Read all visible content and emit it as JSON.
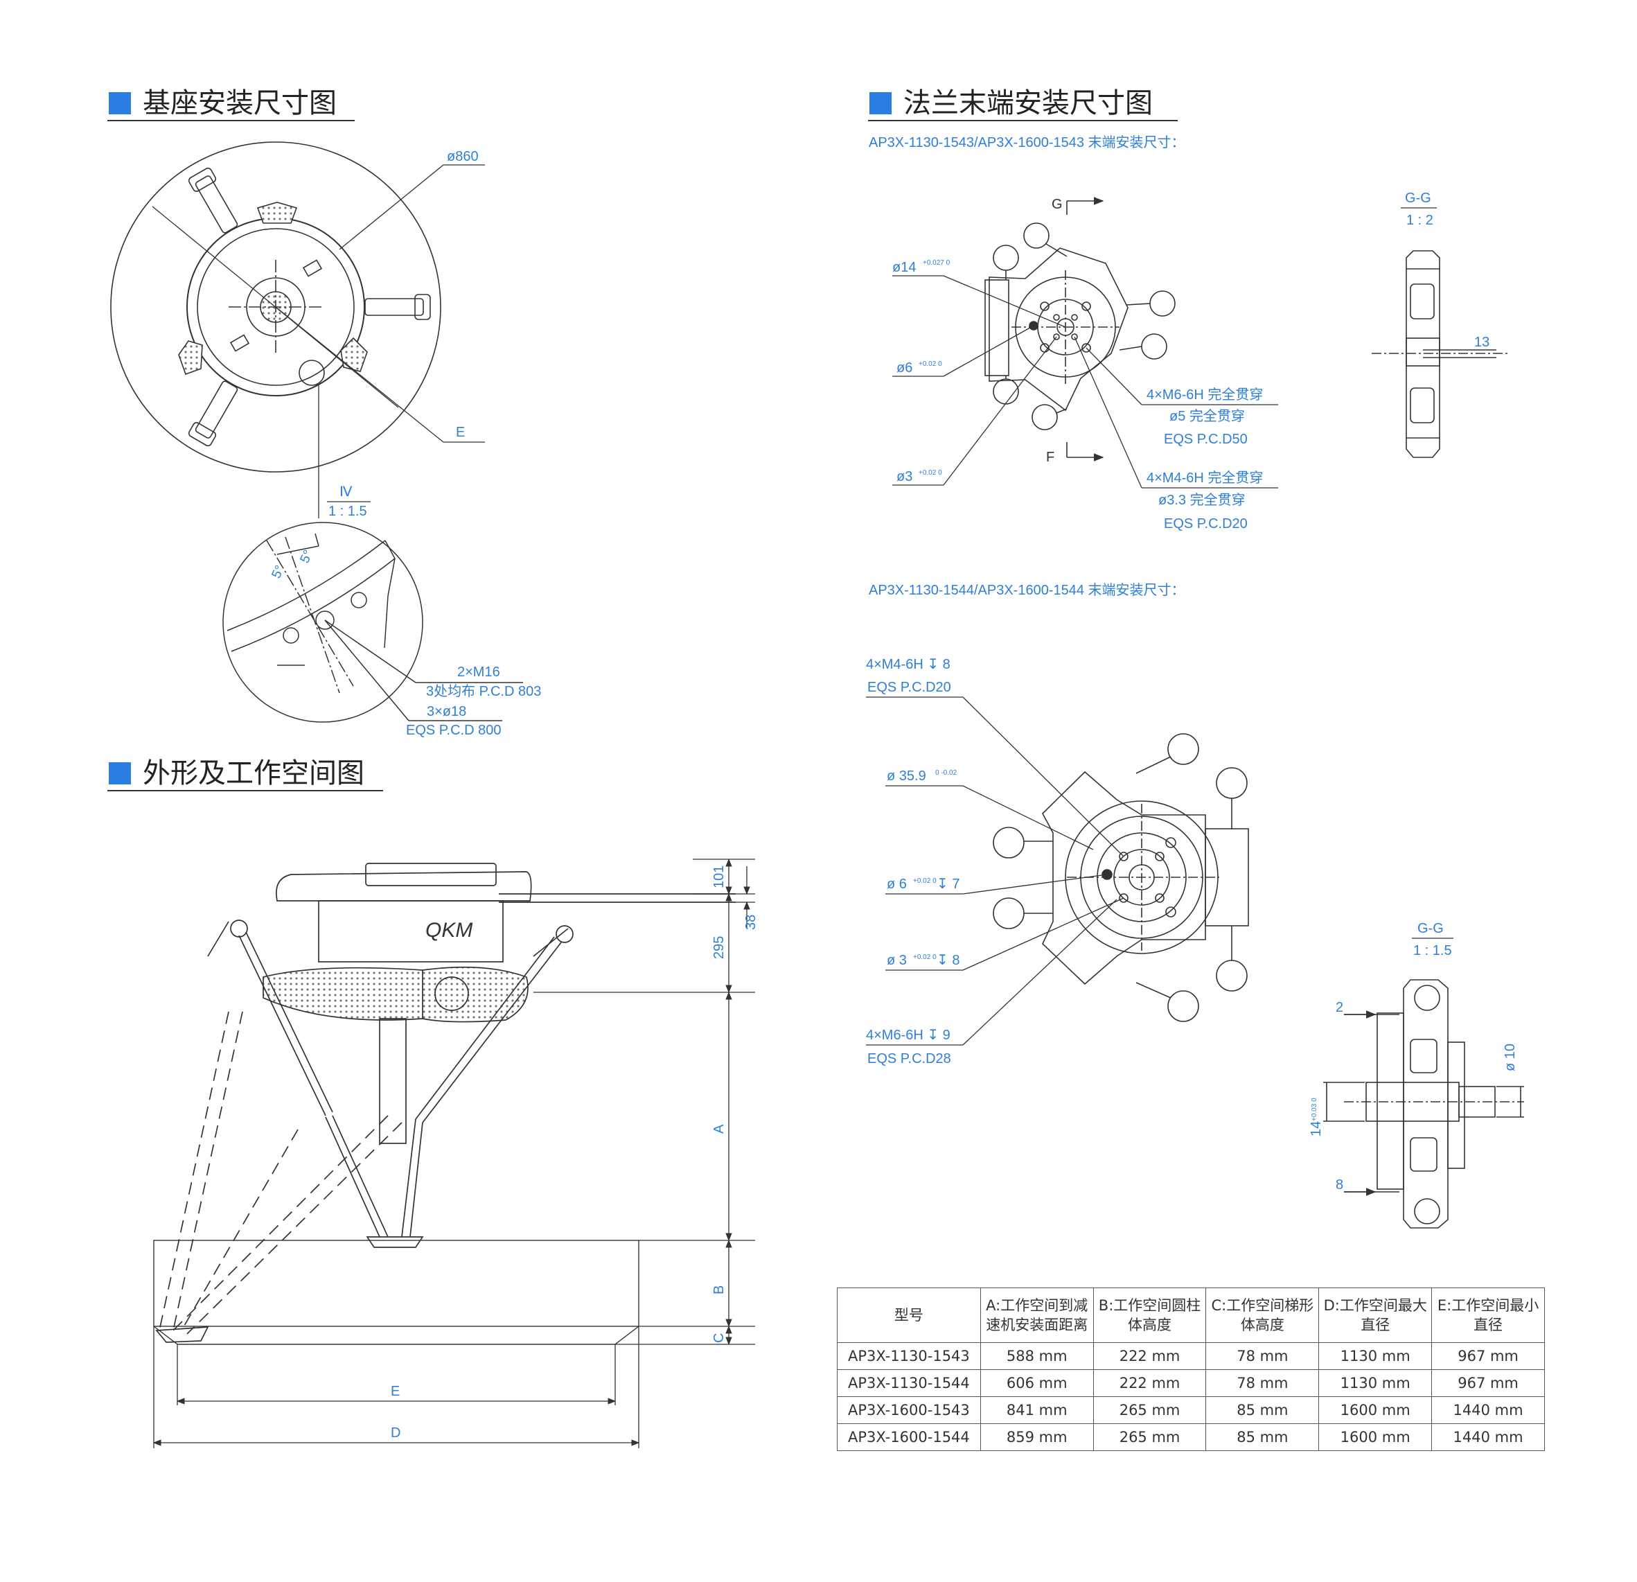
{
  "sections": {
    "base_title": "基座安装尺寸图",
    "flange_title": "法兰末端安装尺寸图",
    "outline_title": "外形及工作空间图"
  },
  "base": {
    "dia": "ø860",
    "e": "E",
    "view": "Ⅳ",
    "scale": "1 : 1.5",
    "ang1": "5°",
    "ang2": "5°",
    "n1": "2×M16",
    "n2": "3处均布  P.C.D 803",
    "n3": "3×ø18",
    "n4": "EQS  P.C.D 800"
  },
  "flange1": {
    "subtitle": "AP3X-1130-1543/AP3X-1600-1543 末端安装尺寸：",
    "g": "G",
    "f": "F",
    "d14": "ø14",
    "d14tol": "+0.027 0",
    "d6": "ø6",
    "d6tol": "+0.02 0",
    "d3": "ø3",
    "d3tol": "+0.02 0",
    "m6a": "4×M6-6H 完全贯穿",
    "m6b": "ø5 完全贯穿",
    "m6c": "EQS   P.C.D50",
    "m4a": "4×M4-6H 完全贯穿",
    "m4b": "ø3.3 完全贯穿",
    "m4c": "EQS   P.C.D20",
    "gg": "G-G",
    "gscale": "1 : 2",
    "d13": "13"
  },
  "flange2": {
    "subtitle": "AP3X-1130-1544/AP3X-1600-1544 末端安装尺寸：",
    "m4a": "4×M4-6H ↧ 8",
    "m4b": "EQS  P.C.D20",
    "d359": "ø 35.9",
    "d359tol": "0 -0.02",
    "d6": "ø 6",
    "d6tol": "+0.02 0",
    "d6dep": "↧ 7",
    "d3": "ø 3",
    "d3tol": "+0.02 0",
    "d3dep": "↧ 8",
    "m6a": "4×M6-6H ↧ 9",
    "m6b": "EQS  P.C.D28",
    "gg": "G-G",
    "gscale": "1 : 1.5",
    "d2": "2",
    "d8": "8",
    "d10": "ø 10",
    "d14": "14",
    "d14tol": "+0.03 0"
  },
  "outline": {
    "d101": "101",
    "d38": "38",
    "d295": "295",
    "a": "A",
    "b": "B",
    "c": "C",
    "e": "E",
    "d": "D",
    "logo": "QKM"
  },
  "table": {
    "headers": [
      [
        "型号",
        ""
      ],
      [
        "A:工作空间到减",
        "速机安装面距离"
      ],
      [
        "B:工作空间圆柱",
        "体高度"
      ],
      [
        "C:工作空间梯形",
        "体高度"
      ],
      [
        "D:工作空间最大",
        "直径"
      ],
      [
        "E:工作空间最小",
        "直径"
      ]
    ],
    "rows": [
      [
        "AP3X-1130-1543",
        "588 mm",
        "222 mm",
        "78 mm",
        "1130 mm",
        "967 mm"
      ],
      [
        "AP3X-1130-1544",
        "606 mm",
        "222 mm",
        "78 mm",
        "1130 mm",
        "967 mm"
      ],
      [
        "AP3X-1600-1543",
        "841 mm",
        "265 mm",
        "85 mm",
        "1600 mm",
        "1440 mm"
      ],
      [
        "AP3X-1600-1544",
        "859 mm",
        "265 mm",
        "85 mm",
        "1600 mm",
        "1440 mm"
      ]
    ]
  },
  "colors": {
    "accent": "#2a7de1",
    "dimension_text": "#2f7fd6",
    "line": "#333333"
  }
}
